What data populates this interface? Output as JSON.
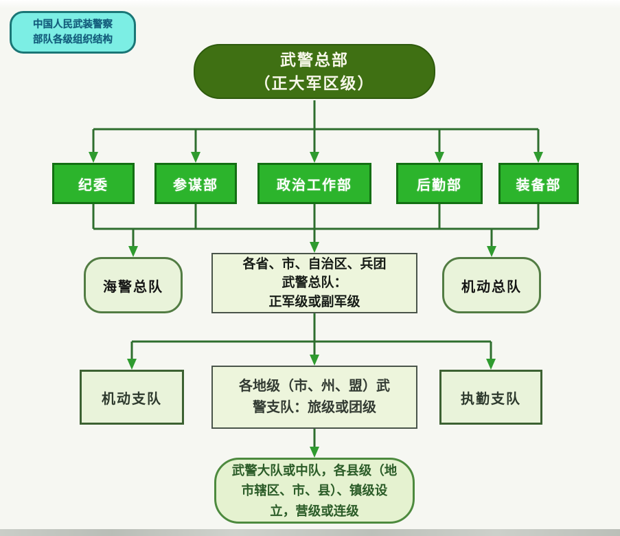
{
  "badge": {
    "line1": "中国人民武装警察",
    "line2": "部队各级组织结构"
  },
  "org": {
    "root": {
      "line1": "武警总部",
      "line2": "（正大军区级）"
    },
    "departments": [
      {
        "label": "纪委"
      },
      {
        "label": "参谋部"
      },
      {
        "label": "政治工作部"
      },
      {
        "label": "后勤部"
      },
      {
        "label": "装备部"
      }
    ],
    "corps_level": {
      "left": {
        "label": "海警总队"
      },
      "center": {
        "line1": "各省、市、自治区、兵团",
        "line2": "武警总队：",
        "line3": "正军级或副军级"
      },
      "right": {
        "label": "机动总队"
      }
    },
    "detachment_level": {
      "left": {
        "label": "机动支队"
      },
      "center": {
        "line1": "各地级（市、州、盟）武",
        "line2": "警支队：旅级或团级"
      },
      "right": {
        "label": "执勤支队"
      }
    },
    "battalion_level": {
      "line1": "武警大队或中队，各县级（地",
      "line2": "市辖区、市、县）、镇级设",
      "line3": "立，营级或连级"
    }
  },
  "colors": {
    "root_fill": "#3f7013",
    "dept_fill": "#2cb42c",
    "dept_border": "#136f13",
    "light_fill": "#e9f3da",
    "light_border": "#527c43",
    "rect_border": "#49544a",
    "line": "#2e6e2e",
    "arrow": "#2f9b2f",
    "badge_fill": "#7ceee4",
    "badge_border": "#1a7676",
    "badge_text": "#125a7a"
  }
}
